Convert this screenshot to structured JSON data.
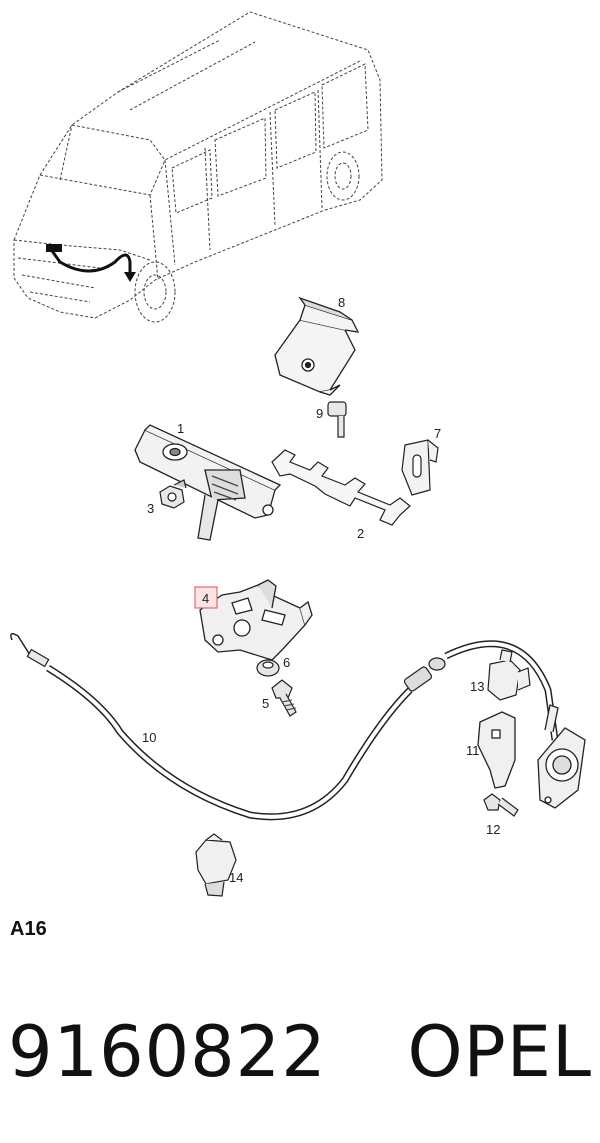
{
  "diagram": {
    "callouts": [
      "1",
      "2",
      "3",
      "4",
      "5",
      "6",
      "7",
      "8",
      "9",
      "10",
      "11",
      "12",
      "13",
      "14"
    ],
    "highlighted_callout": "4",
    "highlight_color": "#d9534f"
  },
  "section_code": "A16",
  "part_number": "9160822",
  "brand": "OPEL"
}
